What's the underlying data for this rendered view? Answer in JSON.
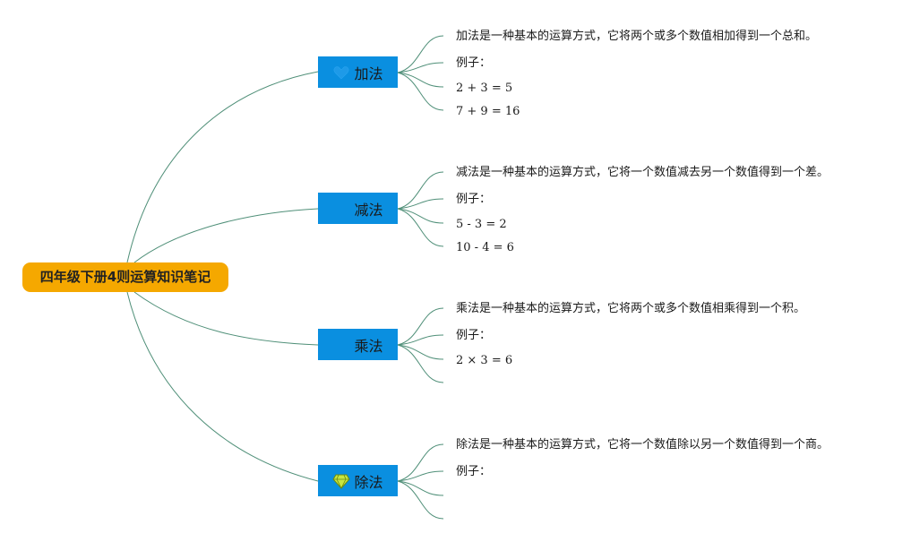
{
  "root": {
    "label": "四年级下册4则运算知识笔记"
  },
  "colors": {
    "root": "#f5a800",
    "branch": "#0a8fe0",
    "line": "#4f8f78"
  },
  "branches": [
    {
      "label": "加法",
      "icon": "heart-icon",
      "definition": "加法是一种基本的运算方式，它将两个或多个数值相加得到一个总和。",
      "example_label": "例子：",
      "examples": [
        "2 + 3 = 5",
        "7 + 9 = 16"
      ]
    },
    {
      "label": "减法",
      "icon": "",
      "definition": "减法是一种基本的运算方式，它将一个数值减去另一个数值得到一个差。",
      "example_label": "例子：",
      "examples": [
        "5 - 3 = 2",
        "10 - 4 = 6"
      ]
    },
    {
      "label": "乘法",
      "icon": "",
      "definition": "乘法是一种基本的运算方式，它将两个或多个数值相乘得到一个积。",
      "example_label": "例子：",
      "examples": [
        "2 × 3 = 6",
        ""
      ]
    },
    {
      "label": "除法",
      "icon": "diamond-icon",
      "definition": "除法是一种基本的运算方式，它将一个数值除以另一个数值得到一个商。",
      "example_label": "例子：",
      "examples": [
        "",
        ""
      ]
    }
  ]
}
